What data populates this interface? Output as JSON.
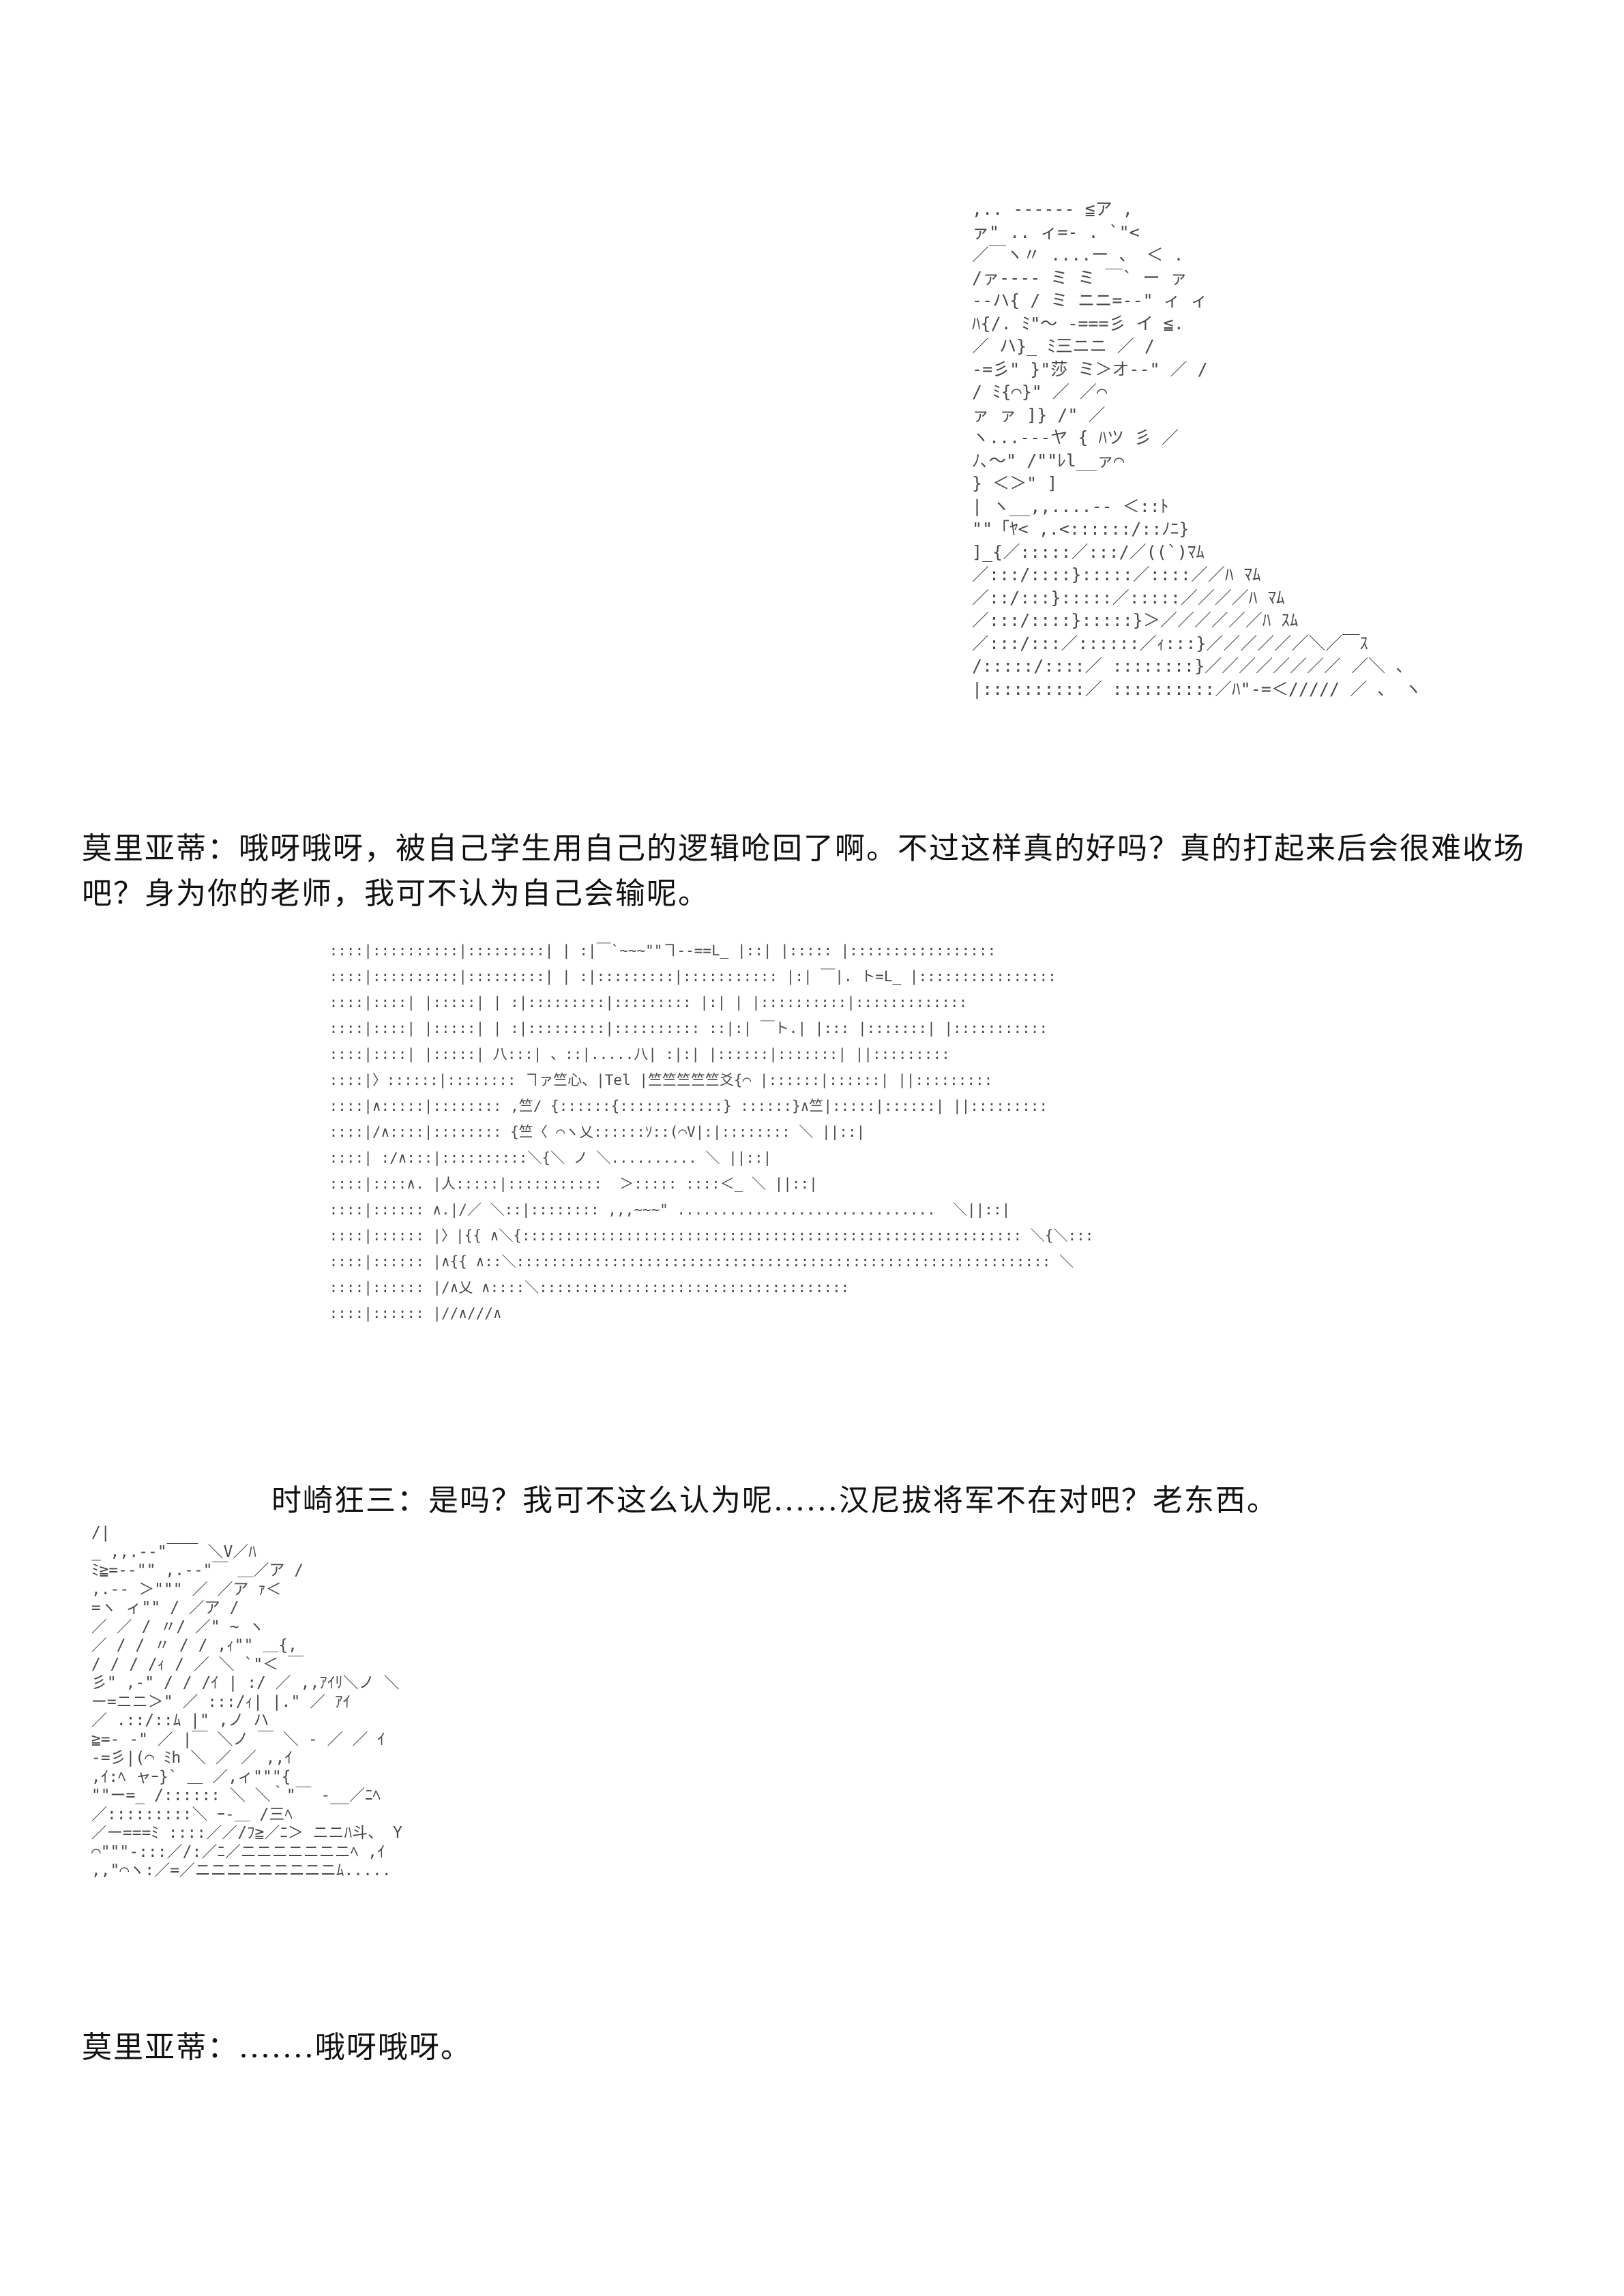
{
  "art_panels": {
    "top_right": " ,.. ------ ≦ア ,\n ァ\" .. ィ=- . `\"<\n ／￣ヽ〃 ....ー 、 ＜ .\n /ァ---‐ ミ ミ ￣` ー ァ\n --ハ{ / ミ ニニ=-‐\" ィ ィ\n ﾊ{/. ﾐ\"～ -===彡 イ ≦.\n ／ ハ}_ ﾐ三ニニ ／ /\n -=彡\" }\"莎 ミ＞オ-‐\" ／ /\n / ﾐ{⌒}\" ／ ／⌒\n ァ ァ ]} /\" ／\n ヽ...--‐ヤ { ﾊツ 彡 ／\n ﾉ､～\" /\"\"ﾚl__ァ⌒\n } ＜＞\" ]\n | ヽ__,,....-‐ ＜::ﾄ\n \"\"「ﾔ< ,.<::::::/::ﾉﾆ}\n ]_{／:::::／:::/／((`)ﾏﾑ\n ／:::/::::}:::::／::::／／ﾊ ﾏﾑ\n ／::/:::}:::::／:::::／／／／ﾊ ﾏﾑ\n ／:::/::::}:::::}＞／／／／／／ﾊ ｽﾑ\n ／:::/:::／::::::／ｨ:::}／／／／／／＼／￣ｽ\n /:::::/::::／ ::::::::}／／／／／／／／ ／＼ 、\n |::::::::::／ ::::::::::／ﾊ\"-=＜///// ／ 、 ヽ",
    "center": " ::::|::::::::::|:::::::::| | :|￣`~~~\"\"ヿ-‐==L_ |::| |::::: |:::::::::::::::::\n ::::|::::::::::|:::::::::| | :|:::::::::|::::::::::: |:| ￣|. ト=L_ |::::::::::::::::\n ::::|::::| |:::::| | :|:::::::::|::::::::: |:| | |::::::::::|:::::::::::::\n ::::|::::| |:::::| | :|:::::::::|:::::::::: ::|:| ￣ト.| |::: |:::::::| |:::::::::::\n ::::|::::| |:::::| 八:::| 、::|.....八| :|:| |::::::|:::::::| ||:::::::::\n ::::|〉::::::|:::::::: ヿァ竺心、|Tel |竺竺竺竺竺爻{⌒ |::::::|::::::| ||:::::::::\n ::::|∧:::::|:::::::: ,竺/ {::::::{::::::::::::} ::::::}∧竺|:::::|::::::| ||:::::::::\n ::::|/∧::::|:::::::: {竺〈 ⌒ヽ乂::::::ｿ::(⌒V|:|:::::::: ＼ ||::|\n ::::| :/∧:::|::::::::::＼{＼ ノ ＼.......... ＼ ||::|\n ::::|::::∧. |人:::::|:::::::::::  ＞::::: ::::＜_ ＼ ||::|\n ::::|:::::: ∧.|/／ ＼::|:::::::: ,,,~~~\" ..............................  ＼||::|\n ::::|:::::: |〉|{{ ∧＼{:::::::::::::::::::::::::::::::::::::::::::::::::::::::::: ＼{＼:::\n ::::|:::::: |∧{{ ∧::＼:::::::::::::::::::::::::::::::::::::::::::::::::::::::::::::: ＼\n ::::|:::::: |/∧乂 ∧::::＼::::::::::::::::::::::::::::::::::::\n ::::|:::::: |//∧///∧",
    "bottom_left": " /|\n _ ,,.-‐\"￣￣ ＼V／ﾊ\n ﾐ≧=-‐\"\" ,.-‐\"￣ ＿／ア /\n ,.-‐ ＞\"\"\" ／ ／ア ｧ＜\n =ヽ ィ\"\" / ／ア /\n ／ ／ / 〃/ ／\" ~ ヽ\n ／ / / 〃 / / ,ｨ\"\" ＿{,\n / / / /ｨ / ／ ＼ `\"＜ ￣\n 彡\" ,-\" / / /ｲ | :/ ／ ,,ｱｲﾘ＼ノ ＼\n ー=ニニ＞\" ／ :::/ｨ| |.\" ／ ｱｲ\n ／ .::/::ﾑ |\" ,ノ ハ\n ≧=- ‐\" ／ |￣ ＼ノ ￣ ＼ - ／ ／ ｲ\n -=彡|(⌒ ﾐh ＼ ／ ／ ,,ｲ\n ,ｲ:ﾍ ャｰ}` ＿ ／,ィ\"\"\"{ \n \"\"ー=_ /:::::: ＼ ＼｀\"￣ -__／ﾆﾍ\n ／:::::::::＼ ｰ-＿ /三ﾍ\n ／ー===ﾐ ::::／／/ﾌ≧／ﾆ＞ ニニﾊ斗、 Y\n ⌒\"\"\"-:::／/:／ﾆ／ニニニニニニニﾍ ,ｲ\n ,,\"⌒ヽ:／=／ニニニニニニニニニﾑ..... "
  },
  "dialogues": [
    "莫里亚蒂：哦呀哦呀，被自己学生用自己的逻辑呛回了啊。不过这样真的好吗？真的打起来后会很难收场吧？身为你的老师，我可不认为自己会输呢。",
    "时崎狂三：是吗？我可不这么认为呢......汉尼拔将军不在对吧？老东西。",
    "莫里亚蒂：.......哦呀哦呀。"
  ]
}
